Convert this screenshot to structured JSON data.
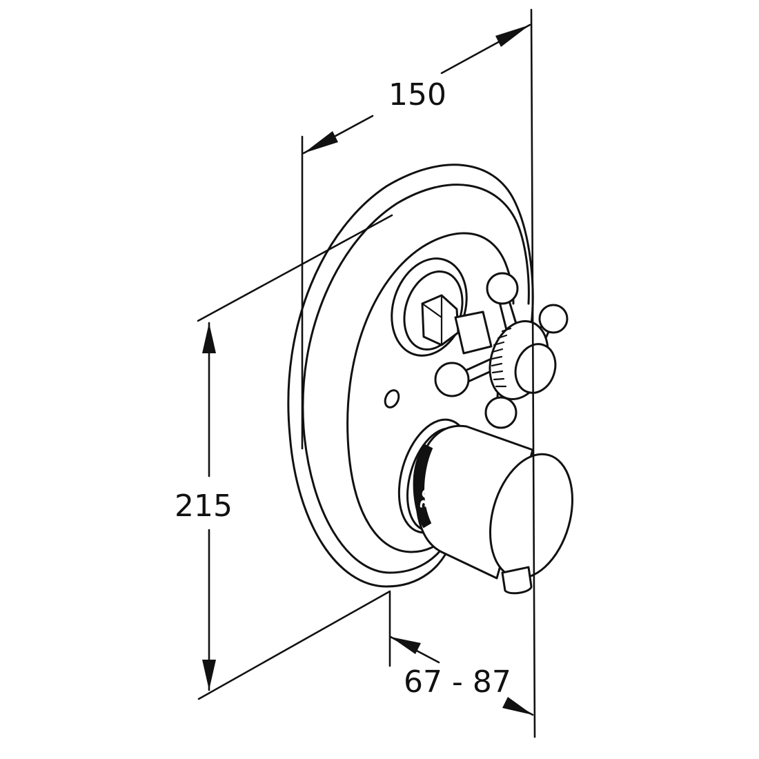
{
  "dimensions": {
    "width": "150",
    "height": "215",
    "depth": "67 - 87"
  },
  "handle": {
    "scale_mark": "30"
  }
}
